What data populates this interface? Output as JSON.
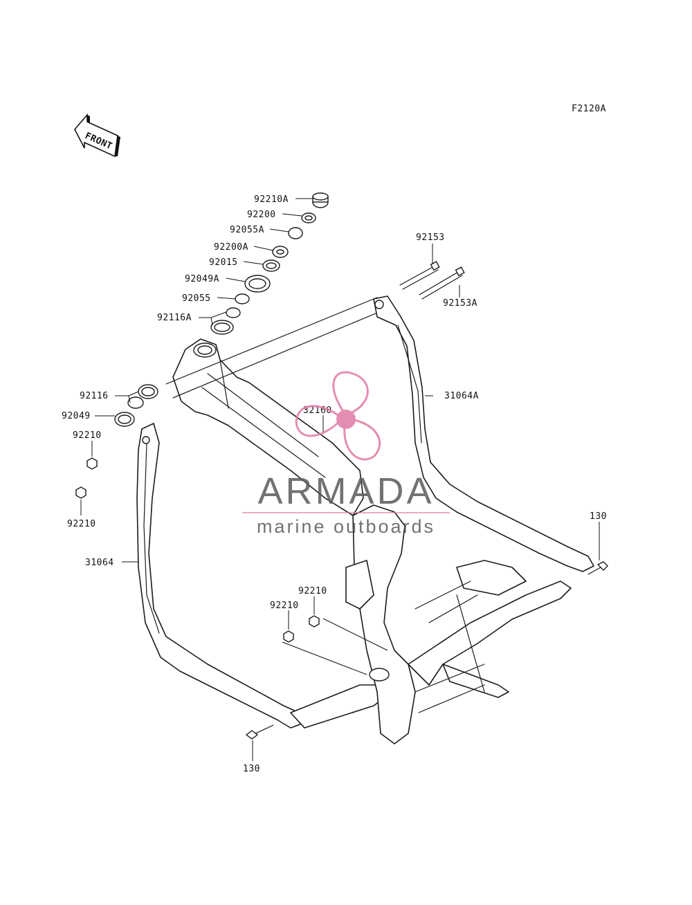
{
  "diagram": {
    "code": "F2120A",
    "front_label": "FRONT",
    "labels": {
      "p92210A": "92210A",
      "p92200": "92200",
      "p92055A": "92055A",
      "p92200A": "92200A",
      "p92015": "92015",
      "p92049A": "92049A",
      "p92055": "92055",
      "p92116A": "92116A",
      "p92153": "92153",
      "p92153A": "92153A",
      "p31064A": "31064A",
      "p32160": "32160",
      "p92116": "92116",
      "p92049": "92049",
      "p92210_top": "92210",
      "p92210_left": "92210",
      "p31064": "31064",
      "p130_right": "130",
      "p92210_mid1": "92210",
      "p92210_mid2": "92210",
      "p130_bottom": "130"
    }
  },
  "watermark": {
    "brand": "ARMADA",
    "tagline": "marine outboards",
    "accent_color": "#e07aa6"
  }
}
